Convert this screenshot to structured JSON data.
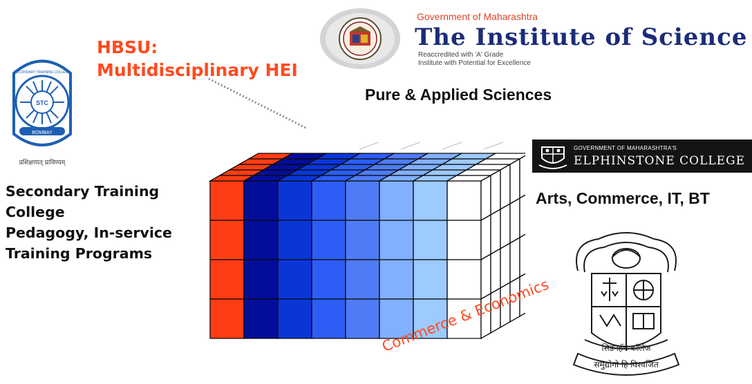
{
  "hbsu": {
    "line1": "HBSU:",
    "line2": "Multidisciplinary HEI"
  },
  "stc": {
    "lines": [
      "Secondary Training",
      "College",
      "Pedagogy, In-service",
      "Training Programs"
    ],
    "logo": {
      "ring_text": "SECONDARY TRAINING COLLEGE",
      "monogram": "STC",
      "banner": "BOMBAY",
      "motto": "प्रशिक्षणात् प्राविण्यम्"
    }
  },
  "institute_of_science": {
    "gov_line": "Government of Maharashtra",
    "title": "The Institute of Science",
    "sub1": "Reaccredited with 'A' Grade",
    "sub2": "Institute with Potential for Excellence",
    "caption": "Pure & Applied Sciences"
  },
  "elphinstone": {
    "small_line": "GOVERNMENT OF MAHARASHTRA'S",
    "big_line": "ELPHINSTONE COLLEGE",
    "caption": "Arts, Commerce, IT, BT"
  },
  "sydenham": {
    "axis_label": "Commerce & Economics",
    "logo": {
      "banner_line1": "सिडनहॅम कॉलेज",
      "banner_line2": "समुद्योगो हि विश्वजित"
    }
  },
  "colors": {
    "orange": "#ff3d12",
    "blue_scale": [
      "#040d99",
      "#0a36d8",
      "#2c5ef5",
      "#4f7cf6",
      "#82b0ff",
      "#9dcaff",
      "#ffffff"
    ],
    "grid_line": "#0a0a0a",
    "accent_text": "#ff4a1f"
  },
  "icons": [
    "stc-crest-icon",
    "institute-of-science-emblem-icon",
    "elphinstone-crest-icon",
    "sydenham-crest-icon"
  ]
}
